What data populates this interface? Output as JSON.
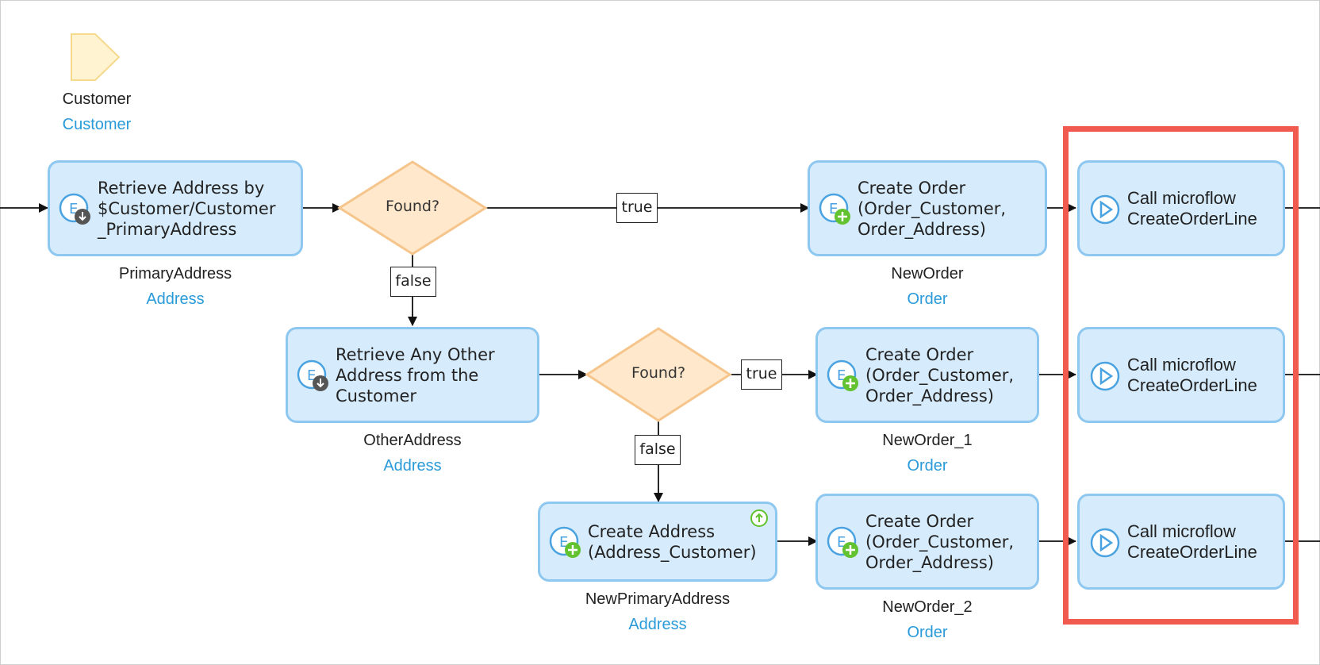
{
  "parameter": {
    "name": "Customer",
    "type": "Customer"
  },
  "activities": {
    "retrieve_primary": {
      "text": "Retrieve Address by\n$Customer/Customer\n_PrimaryAddress",
      "var": "PrimaryAddress",
      "type": "Address"
    },
    "retrieve_other": {
      "text": "Retrieve Any Other\nAddress from the\nCustomer",
      "var": "OtherAddress",
      "type": "Address"
    },
    "create_address": {
      "text": "Create Address\n(Address_Customer)",
      "var": "NewPrimaryAddress",
      "type": "Address"
    },
    "create_order_1": {
      "text": "Create Order\n(Order_Customer,\nOrder_Address)",
      "var": "NewOrder",
      "type": "Order"
    },
    "create_order_2": {
      "text": "Create Order\n(Order_Customer,\nOrder_Address)",
      "var": "NewOrder_1",
      "type": "Order"
    },
    "create_order_3": {
      "text": "Create Order\n(Order_Customer,\nOrder_Address)",
      "var": "NewOrder_2",
      "type": "Order"
    },
    "call_1": {
      "text": "Call microflow\nCreateOrderLine"
    },
    "call_2": {
      "text": "Call microflow\nCreateOrderLine"
    },
    "call_3": {
      "text": "Call microflow\nCreateOrderLine"
    }
  },
  "decisions": {
    "found_1": {
      "text": "Found?",
      "true_label": "true",
      "false_label": "false"
    },
    "found_2": {
      "text": "Found?",
      "true_label": "true",
      "false_label": "false"
    }
  },
  "colors": {
    "activity_fill": "#d6ebfb",
    "activity_border": "#8ec7ef",
    "decision_fill": "#ffe8cc",
    "decision_border": "#f5c58c",
    "type_text": "#2a9ad9",
    "highlight": "#f05a4f"
  }
}
